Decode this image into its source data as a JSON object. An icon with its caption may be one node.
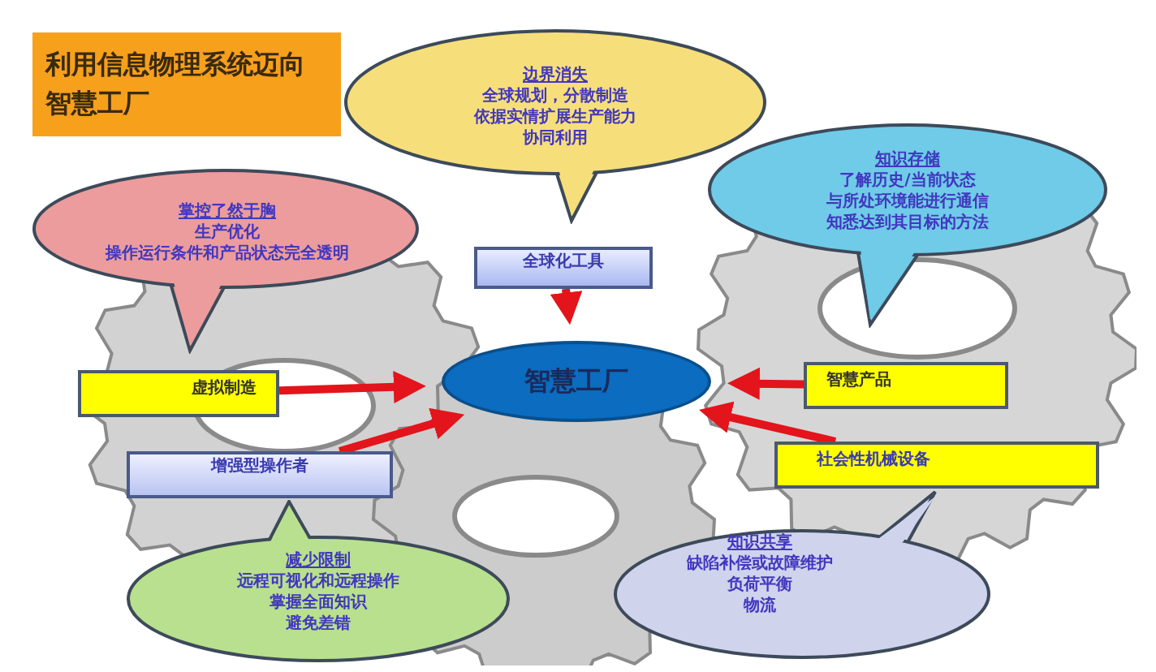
{
  "diagram": {
    "title": "利用信息物理系统迈向智慧工厂",
    "nodes": [
      {
        "text": [
          "边界消失",
          "全球规划，分散制造",
          "依据实情扩展生产能力",
          "协同利用"
        ]
      },
      {
        "text": [
          "掌控了然于胸",
          "生产优化",
          "操作运行条件和产品状态完全透明"
        ]
      },
      {
        "text": [
          "知识存储",
          "了解历史/当前状态",
          "与所处环境能进行通信",
          "知悉达到其目标的方法"
        ]
      },
      {
        "text": [
          "全球化工具"
        ]
      },
      {
        "text": [
          "智慧工厂"
        ]
      },
      {
        "text": [
          "虚拟制造"
        ]
      },
      {
        "text": [
          "增强型操作者"
        ]
      },
      {
        "text": [
          "智慧产品"
        ]
      },
      {
        "text": [
          "社会性机械设备"
        ]
      },
      {
        "text": [
          "减少限制",
          "远程可视化和远程操作",
          "掌握全面知识",
          "避免差错"
        ]
      },
      {
        "text": [
          "知识共享",
          "缺陷补偿或故障维护",
          "负荷平衡",
          "物流"
        ]
      }
    ],
    "edges": [
      {
        "from": 3,
        "to": 4,
        "arrow": "to"
      },
      {
        "from": 5,
        "to": 4,
        "arrow": "to"
      },
      {
        "from": 6,
        "to": 4,
        "arrow": "to"
      },
      {
        "from": 7,
        "to": 4,
        "arrow": "to"
      },
      {
        "from": 8,
        "to": 4,
        "arrow": "to"
      }
    ]
  }
}
